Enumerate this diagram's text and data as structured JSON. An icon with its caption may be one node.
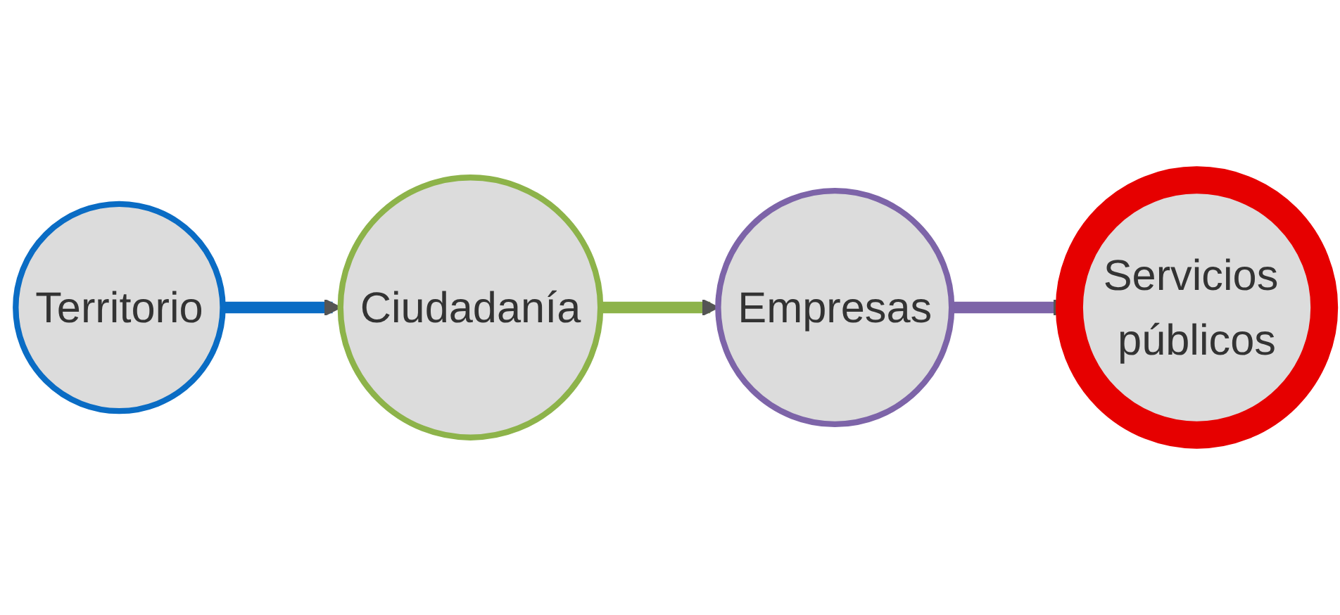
{
  "diagram": {
    "nodes": [
      {
        "text": [
          "Territorio"
        ]
      },
      {
        "text": [
          "Ciudadanía"
        ]
      },
      {
        "text": [
          "Empresas"
        ]
      },
      {
        "text": [
          "Servicios públicos"
        ]
      }
    ],
    "edges": [
      {
        "from": 0,
        "to": 1,
        "arrow": "to",
        "color": "#0a6cc4"
      },
      {
        "from": 1,
        "to": 2,
        "arrow": "to",
        "color": "#8db34a"
      },
      {
        "from": 2,
        "to": 3,
        "arrow": "to",
        "color": "#7d64a8"
      }
    ]
  }
}
